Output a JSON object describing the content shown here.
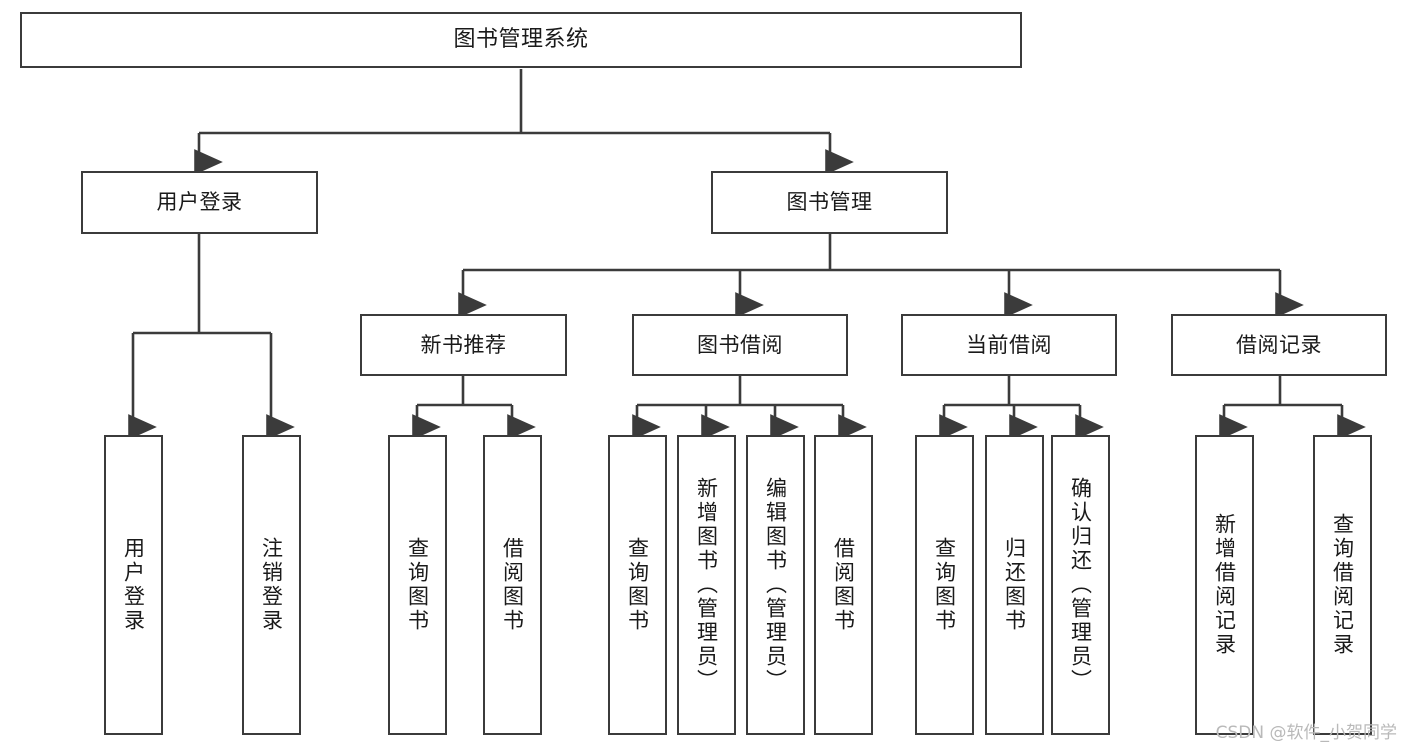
{
  "diagram": {
    "title": "图书管理系统",
    "type": "tree",
    "theme": {
      "stroke": "#3b3b3b",
      "fill": "#ffffff",
      "text": "#1a1a1a",
      "background": "#ffffff",
      "watermark_color": "#b9b9b9"
    },
    "root": {
      "label": "图书管理系统"
    },
    "level2": [
      {
        "label": "用户登录"
      },
      {
        "label": "图书管理"
      }
    ],
    "level3": [
      {
        "label": "新书推荐"
      },
      {
        "label": "图书借阅"
      },
      {
        "label": "当前借阅"
      },
      {
        "label": "借阅记录"
      }
    ],
    "leaves": [
      {
        "label": "用户登录",
        "parent": "用户登录"
      },
      {
        "label": "注销登录",
        "parent": "用户登录"
      },
      {
        "label": "查询图书",
        "parent": "新书推荐"
      },
      {
        "label": "借阅图书",
        "parent": "新书推荐"
      },
      {
        "label": "查询图书",
        "parent": "图书借阅"
      },
      {
        "label": "新增图书（管理员）",
        "parent": "图书借阅"
      },
      {
        "label": "编辑图书（管理员）",
        "parent": "图书借阅"
      },
      {
        "label": "借阅图书",
        "parent": "图书借阅"
      },
      {
        "label": "查询图书",
        "parent": "当前借阅"
      },
      {
        "label": "归还图书",
        "parent": "当前借阅"
      },
      {
        "label": "确认归还（管理员）",
        "parent": "当前借阅"
      },
      {
        "label": "新增借阅记录",
        "parent": "借阅记录"
      },
      {
        "label": "查询借阅记录",
        "parent": "借阅记录"
      }
    ]
  },
  "watermark": {
    "text": "CSDN @软件_小贺同学"
  }
}
